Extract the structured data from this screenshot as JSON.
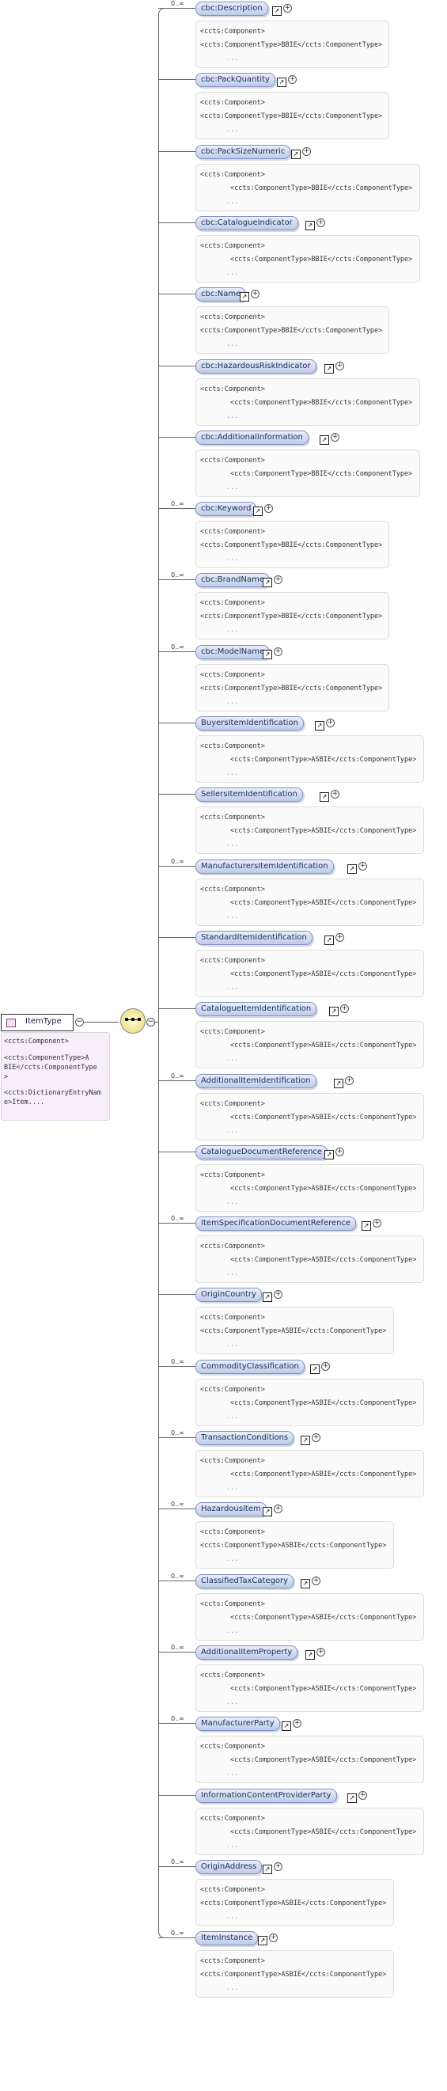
{
  "root": {
    "name": "ItemType",
    "collapse_symbol": "−",
    "annotation": {
      "line1": "<ccts:Component>",
      "line2": "<ccts:ComponentType>A",
      "line3": "BIE</ccts:ComponentType",
      "line4": ">",
      "line5": "<ccts:DictionaryEntryNam",
      "line6": "e>Item...."
    }
  },
  "sequence_collapse_symbol": "−",
  "expand_symbol": "+",
  "link_symbol": "↗",
  "elements": [
    {
      "name": "cbc:Description",
      "occurs": "0..∞",
      "ctype_line": "<ccts:ComponentType>BBIE</ccts:ComponentType>",
      "ellipsis": "..."
    },
    {
      "name": "cbc:PackQuantity",
      "occurs": "",
      "ctype_line": "<ccts:ComponentType>BBIE</ccts:ComponentType>",
      "ellipsis": "..."
    },
    {
      "name": "cbc:PackSizeNumeric",
      "occurs": "",
      "ctype_line": "<ccts:ComponentType>BBIE</ccts:ComponentType>",
      "ellipsis": "...",
      "wrap": true
    },
    {
      "name": "cbc:CatalogueIndicator",
      "occurs": "",
      "ctype_line": "<ccts:ComponentType>BBIE</ccts:ComponentType>",
      "ellipsis": "...",
      "wrap": true
    },
    {
      "name": "cbc:Name",
      "occurs": "",
      "ctype_line": "<ccts:ComponentType>BBIE</ccts:ComponentType>",
      "ellipsis": "..."
    },
    {
      "name": "cbc:HazardousRiskIndicator",
      "occurs": "",
      "ctype_line": "<ccts:ComponentType>BBIE</ccts:ComponentType>",
      "ellipsis": "...",
      "wrap": true
    },
    {
      "name": "cbc:AdditionalInformation",
      "occurs": "",
      "ctype_line": "<ccts:ComponentType>BBIE</ccts:ComponentType>",
      "ellipsis": "...",
      "wrap": true
    },
    {
      "name": "cbc:Keyword",
      "occurs": "0..∞",
      "ctype_line": "<ccts:ComponentType>BBIE</ccts:ComponentType>",
      "ellipsis": "..."
    },
    {
      "name": "cbc:BrandName",
      "occurs": "0..∞",
      "ctype_line": "<ccts:ComponentType>BBIE</ccts:ComponentType>",
      "ellipsis": "..."
    },
    {
      "name": "cbc:ModelName",
      "occurs": "0..∞",
      "ctype_line": "<ccts:ComponentType>BBIE</ccts:ComponentType>",
      "ellipsis": "..."
    },
    {
      "name": "BuyersItemIdentification",
      "occurs": "",
      "ctype_line": "<ccts:ComponentType>ASBIE</ccts:ComponentType>",
      "ellipsis": "...",
      "wrap": true
    },
    {
      "name": "SellersItemIdentification",
      "occurs": "",
      "ctype_line": "<ccts:ComponentType>ASBIE</ccts:ComponentType>",
      "ellipsis": "...",
      "wrap": true
    },
    {
      "name": "ManufacturersItemIdentification",
      "occurs": "0..∞",
      "ctype_line": "<ccts:ComponentType>ASBIE</ccts:ComponentType>",
      "ellipsis": "...",
      "wrap": true
    },
    {
      "name": "StandardItemIdentification",
      "occurs": "",
      "ctype_line": "<ccts:ComponentType>ASBIE</ccts:ComponentType>",
      "ellipsis": "...",
      "wrap": true
    },
    {
      "name": "CatalogueItemIdentification",
      "occurs": "",
      "ctype_line": "<ccts:ComponentType>ASBIE</ccts:ComponentType>",
      "ellipsis": "...",
      "wrap": true
    },
    {
      "name": "AdditionalItemIdentification",
      "occurs": "0..∞",
      "ctype_line": "<ccts:ComponentType>ASBIE</ccts:ComponentType>",
      "ellipsis": "...",
      "wrap": true
    },
    {
      "name": "CatalogueDocumentReference",
      "occurs": "",
      "ctype_line": "<ccts:ComponentType>ASBIE</ccts:ComponentType>",
      "ellipsis": "...",
      "wrap": true
    },
    {
      "name": "ItemSpecificationDocumentReference",
      "occurs": "0..∞",
      "ctype_line": "<ccts:ComponentType>ASBIE</ccts:ComponentType>",
      "ellipsis": "...",
      "wrap": true
    },
    {
      "name": "OriginCountry",
      "occurs": "",
      "ctype_line": "<ccts:ComponentType>ASBIE</ccts:ComponentType>",
      "ellipsis": "..."
    },
    {
      "name": "CommodityClassification",
      "occurs": "0..∞",
      "ctype_line": "<ccts:ComponentType>ASBIE</ccts:ComponentType>",
      "ellipsis": "...",
      "wrap": true
    },
    {
      "name": "TransactionConditions",
      "occurs": "0..∞",
      "ctype_line": "<ccts:ComponentType>ASBIE</ccts:ComponentType>",
      "ellipsis": "...",
      "wrap": true
    },
    {
      "name": "HazardousItem",
      "occurs": "0..∞",
      "ctype_line": "<ccts:ComponentType>ASBIE</ccts:ComponentType>",
      "ellipsis": "..."
    },
    {
      "name": "ClassifiedTaxCategory",
      "occurs": "0..∞",
      "ctype_line": "<ccts:ComponentType>ASBIE</ccts:ComponentType>",
      "ellipsis": "...",
      "wrap": true
    },
    {
      "name": "AdditionalItemProperty",
      "occurs": "0..∞",
      "ctype_line": "<ccts:ComponentType>ASBIE</ccts:ComponentType>",
      "ellipsis": "...",
      "wrap": true
    },
    {
      "name": "ManufacturerParty",
      "occurs": "0..∞",
      "ctype_line": "<ccts:ComponentType>ASBIE</ccts:ComponentType>",
      "ellipsis": "...",
      "wrap": true
    },
    {
      "name": "InformationContentProviderParty",
      "occurs": "",
      "ctype_line": "<ccts:ComponentType>ASBIE</ccts:ComponentType>",
      "ellipsis": "...",
      "wrap": true
    },
    {
      "name": "OriginAddress",
      "occurs": "0..∞",
      "ctype_line": "<ccts:ComponentType>ASBIE</ccts:ComponentType>",
      "ellipsis": "..."
    },
    {
      "name": "ItemInstance",
      "occurs": "0..∞",
      "ctype_line": "<ccts:ComponentType>ASBIE</ccts:ComponentType>",
      "ellipsis": "..."
    }
  ],
  "component_line": "<ccts:Component>"
}
